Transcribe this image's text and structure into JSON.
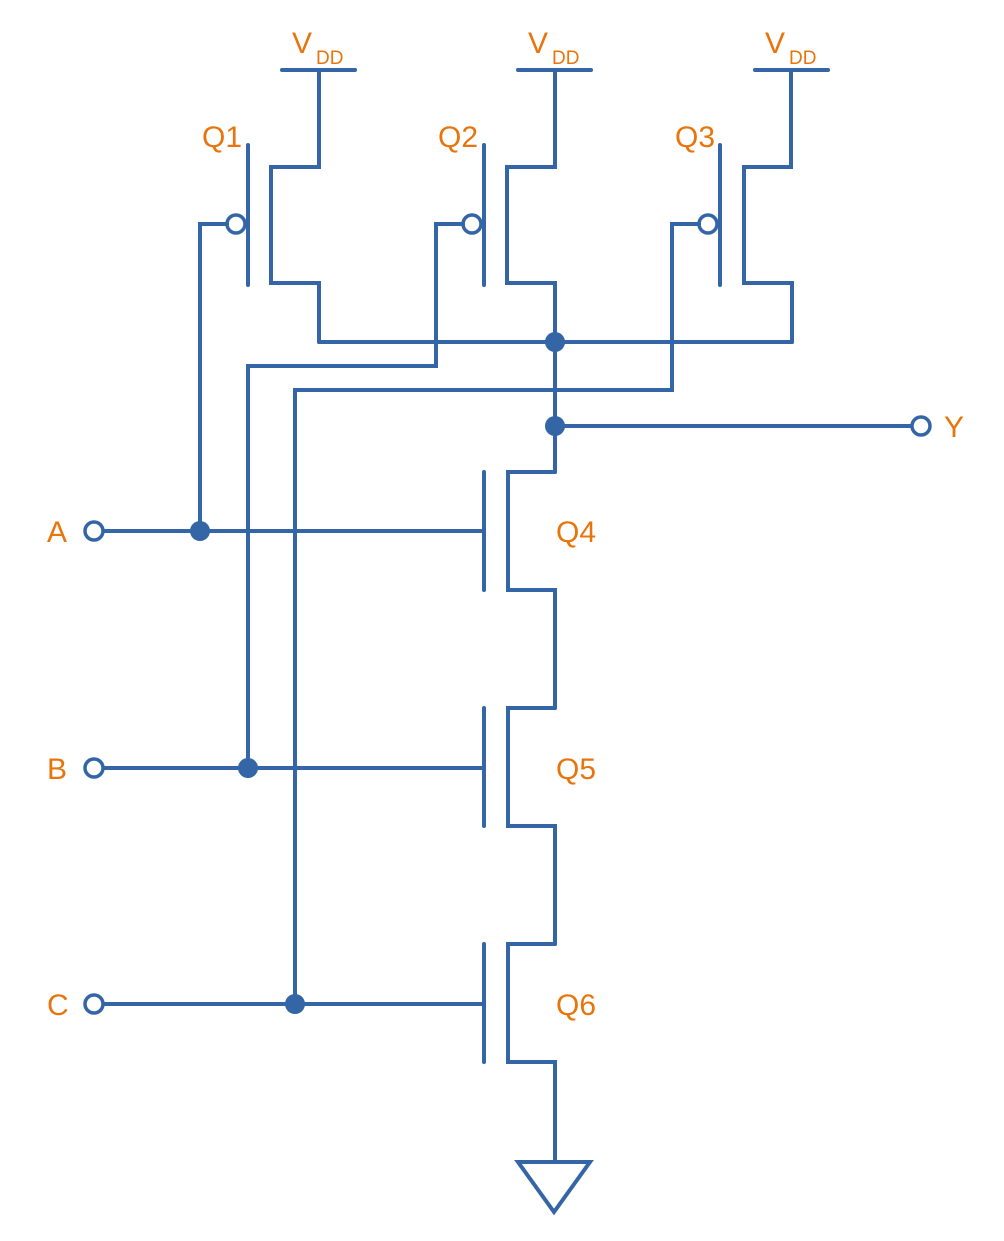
{
  "title": "CMOS 3-input NAND gate",
  "colors": {
    "wire": "#3465a6",
    "label": "#e8750c"
  },
  "supply": {
    "main": "V",
    "sub": "DD"
  },
  "inputs": [
    "A",
    "B",
    "C"
  ],
  "output": "Y",
  "pmos": [
    "Q1",
    "Q2",
    "Q3"
  ],
  "nmos": [
    "Q4",
    "Q5",
    "Q6"
  ]
}
